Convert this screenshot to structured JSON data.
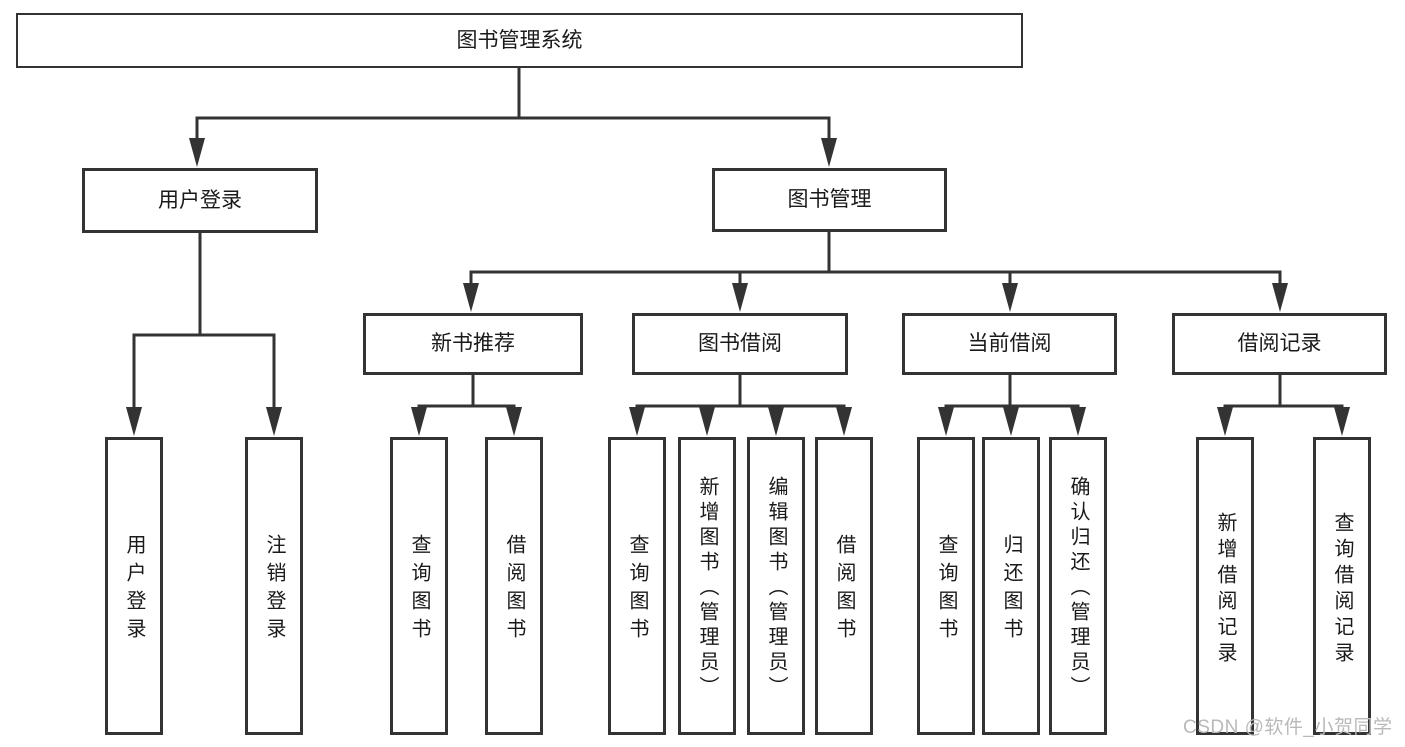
{
  "diagram": {
    "title": "图书管理系统",
    "tree": {
      "label": "图书管理系统",
      "children": [
        {
          "label": "用户登录",
          "children": [
            {
              "label": "用户登录"
            },
            {
              "label": "注销登录"
            }
          ]
        },
        {
          "label": "图书管理",
          "children": [
            {
              "label": "新书推荐",
              "children": [
                {
                  "label": "查询图书"
                },
                {
                  "label": "借阅图书"
                }
              ]
            },
            {
              "label": "图书借阅",
              "children": [
                {
                  "label": "查询图书"
                },
                {
                  "label": "新增图书（管理员）"
                },
                {
                  "label": "编辑图书（管理员）"
                },
                {
                  "label": "借阅图书"
                }
              ]
            },
            {
              "label": "当前借阅",
              "children": [
                {
                  "label": "查询图书"
                },
                {
                  "label": "归还图书"
                },
                {
                  "label": "确认归还（管理员）"
                }
              ]
            },
            {
              "label": "借阅记录",
              "children": [
                {
                  "label": "新增借阅记录"
                },
                {
                  "label": "查询借阅记录"
                }
              ]
            }
          ]
        }
      ]
    },
    "watermark": "CSDN @软件_小贺同学",
    "colors": {
      "line": "#333333",
      "border": "#333333",
      "text": "#1a1a1a",
      "background": "#ffffff",
      "watermark": "#b9b9b9"
    }
  }
}
